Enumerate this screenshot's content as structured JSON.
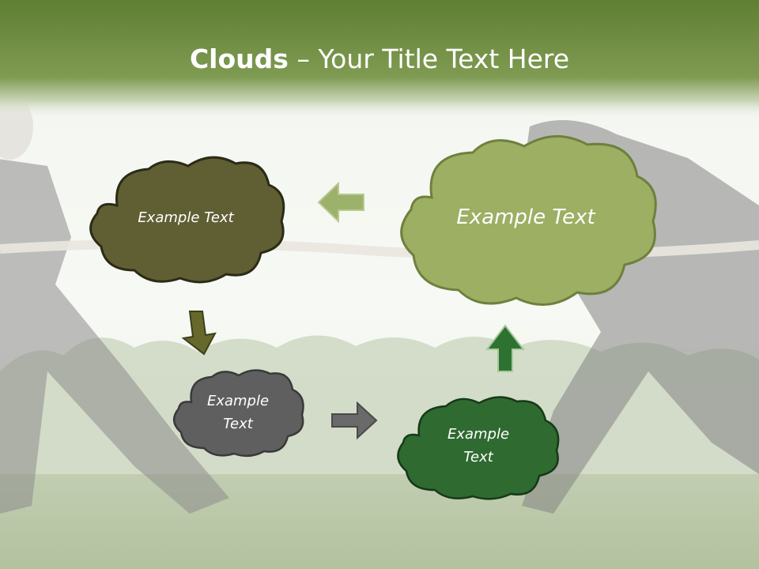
{
  "slide": {
    "title_bold": "Clouds",
    "title_rest": " – Your Title Text Here"
  },
  "clouds": {
    "top_left": {
      "text": "Example Text",
      "fill": "#605f34",
      "stroke": "#2b2b17"
    },
    "top_right": {
      "text": "Example Text",
      "fill": "#9caf63",
      "stroke": "#6f803e"
    },
    "bottom_left": {
      "text": "Example\nText",
      "fill": "#5f5f5f",
      "stroke": "#3a3a3a"
    },
    "bottom_right": {
      "text": "Example\nText",
      "fill": "#2f6a30",
      "stroke": "#163a17"
    }
  },
  "arrows": {
    "left_color": "#9cb26a",
    "down_color": "#66692b",
    "right_color": "#6a6a6a",
    "up_color": "#2e7231"
  },
  "colors": {
    "title_bar": "#6b8a3f",
    "grass": "#8ea56f"
  }
}
